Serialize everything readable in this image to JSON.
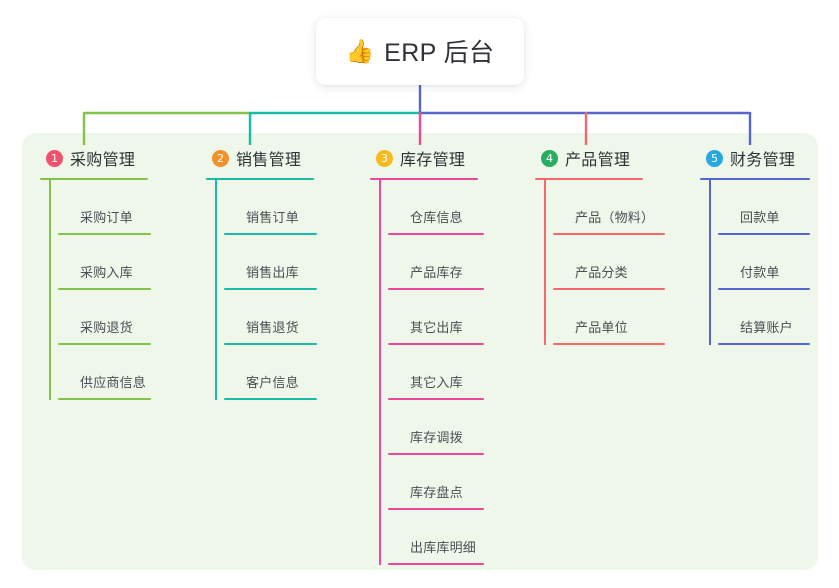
{
  "diagram": {
    "type": "mind-map",
    "root": {
      "icon": "thumbs-up-icon",
      "icon_glyph": "👍",
      "label": "ERP 后台"
    },
    "panel_color": "#eef7e9",
    "branches": [
      {
        "number": "1",
        "number_glyph": "①",
        "title": "采购管理",
        "badge_color": "#f4516c",
        "line_color": "#84c24a",
        "connector_color": "#84c24a",
        "children": [
          "采购订单",
          "采购入库",
          "采购退货",
          "供应商信息"
        ]
      },
      {
        "number": "2",
        "number_glyph": "②",
        "title": "销售管理",
        "badge_color": "#f0922b",
        "line_color": "#1bbaa6",
        "connector_color": "#1bbaa6",
        "children": [
          "销售订单",
          "销售出库",
          "销售退货",
          "客户信息"
        ]
      },
      {
        "number": "3",
        "number_glyph": "③",
        "title": "库存管理",
        "badge_color": "#f6b91e",
        "line_color": "#ec4899",
        "connector_color": "#ec4899",
        "children": [
          "仓库信息",
          "产品库存",
          "其它出库",
          "其它入库",
          "库存调拨",
          "库存盘点",
          "出库库明细"
        ]
      },
      {
        "number": "4",
        "number_glyph": "④",
        "title": "产品管理",
        "badge_color": "#27ae60",
        "line_color": "#f4696b",
        "connector_color": "#f4696b",
        "children": [
          "产品（物料）",
          "产品分类",
          "产品单位"
        ]
      },
      {
        "number": "5",
        "number_glyph": "⑤",
        "title": "财务管理",
        "badge_color": "#26a8e0",
        "line_color": "#5566cc",
        "connector_color": "#5566cc",
        "children": [
          "回款单",
          "付款单",
          "结算账户"
        ]
      }
    ],
    "connector_trunk_color": "#5566cc"
  }
}
